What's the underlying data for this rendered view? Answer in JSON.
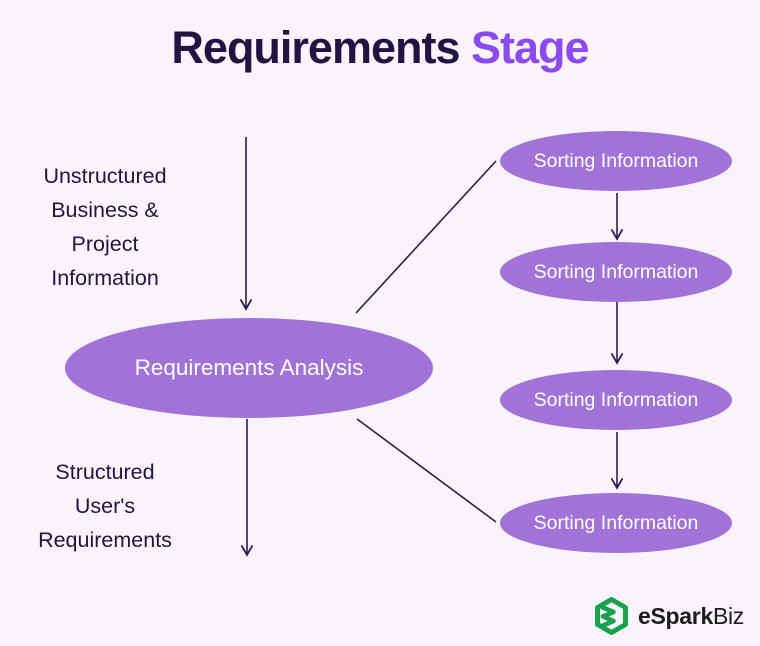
{
  "colors": {
    "bg": "#faf3fb",
    "title-dark": "#221442",
    "title-accent": "#8c49f0",
    "node-fill": "#a172d8",
    "node-text": "#ffffff",
    "label-text": "#221442",
    "arrow": "#2b1b55",
    "logo-green": "#17a24b",
    "logo-text": "#1c1c1c"
  },
  "title": {
    "part1": "Requirements",
    "part2": "Stage"
  },
  "labels": {
    "left_top": {
      "lines": [
        "Unstructured",
        "Business &",
        "Project",
        "Information"
      ]
    },
    "left_bottom": {
      "lines": [
        "Structured",
        "User's",
        "Requirements"
      ]
    }
  },
  "nodes": {
    "center": {
      "label": "Requirements Analysis"
    },
    "sorting": [
      {
        "label": "Sorting Information"
      },
      {
        "label": "Sorting Information"
      },
      {
        "label": "Sorting Information"
      },
      {
        "label": "Sorting Information"
      }
    ]
  },
  "logo": {
    "name_bold": "eSpark",
    "name_regular": "Biz"
  }
}
